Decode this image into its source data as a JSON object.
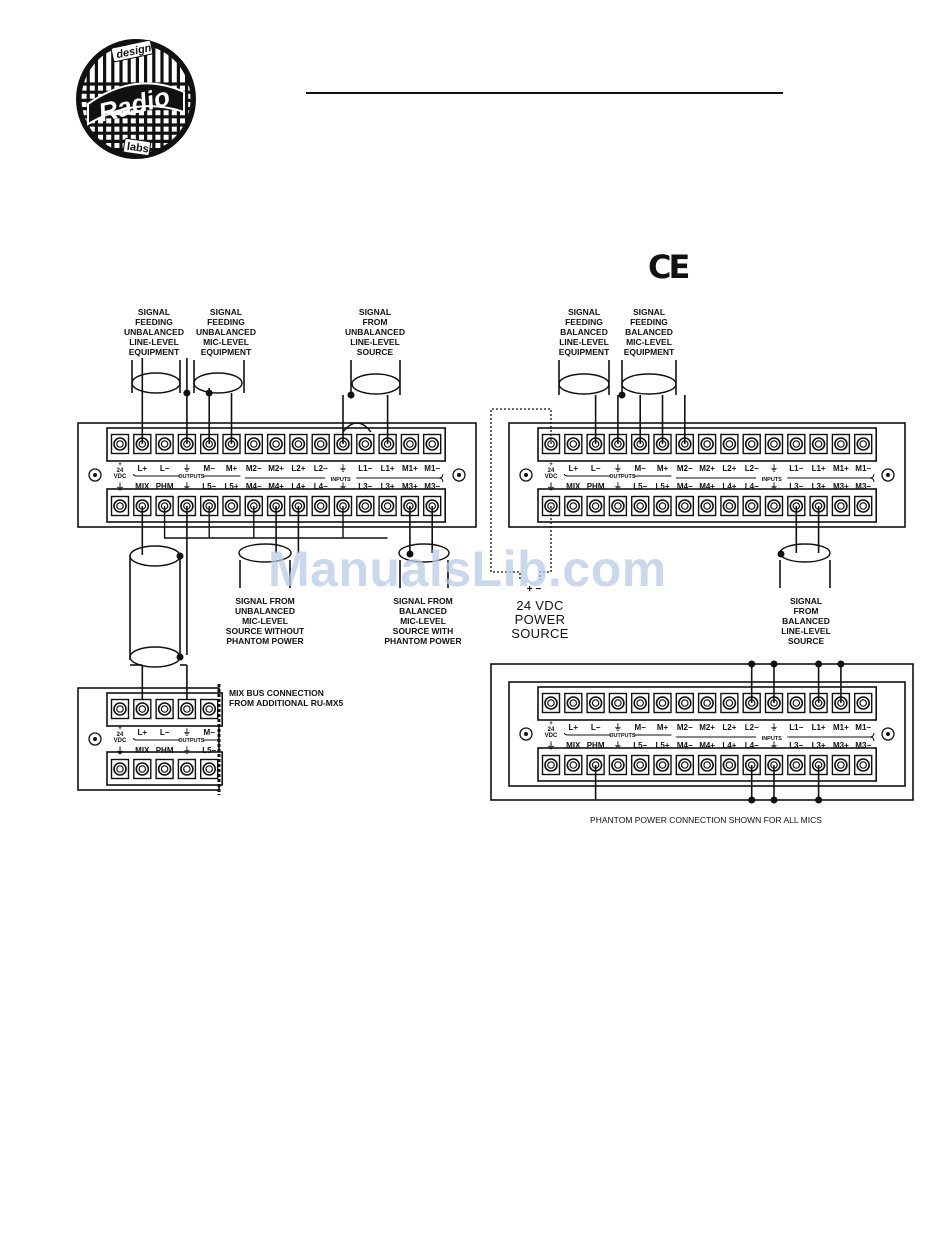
{
  "logo": {
    "top_text": "design",
    "main_text": "Radio",
    "bottom_text": "labs"
  },
  "ce_mark": "CE",
  "watermark": "ManualsLib.com",
  "terminal_labels": {
    "row1": [
      "L+",
      "L−",
      "⏚",
      "M−",
      "M+",
      "M2−",
      "M2+",
      "L2+",
      "L2−",
      "⏚",
      "L1−",
      "L1+",
      "M1+",
      "M1−"
    ],
    "row2": [
      "MIX",
      "PHM",
      "⏚",
      "L5−",
      "L5+",
      "M4−",
      "M4+",
      "L4+",
      "L4−",
      "⏚",
      "L3−",
      "L3+",
      "M3+",
      "M3−"
    ],
    "vdc_top": "+\n24\nVDC",
    "vdc_bottom": "⏚",
    "outputs": "OUTPUTS",
    "inputs": "INPUTS"
  },
  "small_panel_labels": {
    "row1": [
      "L+",
      "L−",
      "⏚",
      "M−"
    ],
    "row2": [
      "MIX",
      "PHM",
      "⏚",
      "L5−"
    ],
    "vdc_top": "+\n24\nVDC",
    "vdc_bottom": "⏚",
    "outputs": "OUTPUTS"
  },
  "annotations": {
    "sig_unbal_line_out": "SIGNAL\nFEEDING\nUNBALANCED\nLINE-LEVEL\nEQUIPMENT",
    "sig_unbal_mic_out": "SIGNAL\nFEEDING\nUNBALANCED\nMIC-LEVEL\nEQUIPMENT",
    "sig_unbal_line_src": "SIGNAL\nFROM\nUNBALANCED\nLINE-LEVEL\nSOURCE",
    "sig_bal_line_out": "SIGNAL\nFEEDING\nBALANCED\nLINE-LEVEL\nEQUIPMENT",
    "sig_bal_mic_out": "SIGNAL\nFEEDING\nBALANCED\nMIC-LEVEL\nEQUIPMENT",
    "sig_unbal_mic_src": "SIGNAL FROM\nUNBALANCED\nMIC-LEVEL\nSOURCE WITHOUT\nPHANTOM POWER",
    "sig_bal_mic_src": "SIGNAL FROM\nBALANCED\nMIC-LEVEL\nSOURCE WITH\nPHANTOM POWER",
    "power_polarity": "+   −",
    "power_source": "24 VDC\nPOWER\nSOURCE",
    "sig_bal_line_src": "SIGNAL\nFROM\nBALANCED\nLINE-LEVEL\nSOURCE",
    "mix_bus": "MIX BUS CONNECTION\nFROM ADDITIONAL RU-MX5",
    "phantom_caption": "PHANTOM POWER CONNECTION SHOWN FOR ALL MICS"
  },
  "colors": {
    "ink": "#111111",
    "watermark": "#b7cbe6"
  }
}
